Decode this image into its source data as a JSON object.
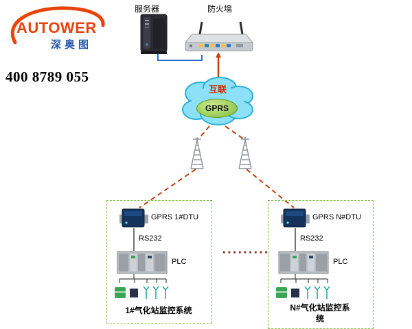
{
  "logo": {
    "brand": "AUTOWER",
    "subtitle": "深奥图",
    "phone": "400 8789 055"
  },
  "topology": {
    "server_label": "服务器",
    "firewall_label": "防火墙",
    "cloud_label": "互联",
    "cloud_sublabel": "GPRS",
    "dots": "·········"
  },
  "stations": [
    {
      "dtu_label": "GPRS 1#DTU",
      "serial_label": "RS232",
      "plc_label": "PLC",
      "title": "1#气化站监控系统"
    },
    {
      "dtu_label": "GPRS N#DTU",
      "serial_label": "RS232",
      "plc_label": "PLC",
      "title": "N#气化站监控系统"
    }
  ],
  "colors": {
    "brand_orange": "#e8430a",
    "brand_blue": "#2356a8",
    "line_red": "#c43e0e",
    "cloud_fill": "#8ce0f8",
    "cloud_stroke": "#2ab0d8",
    "gprs_green": "#7ebc3a",
    "box_border": "#7ac143",
    "dtu_blue": "#14335c"
  }
}
